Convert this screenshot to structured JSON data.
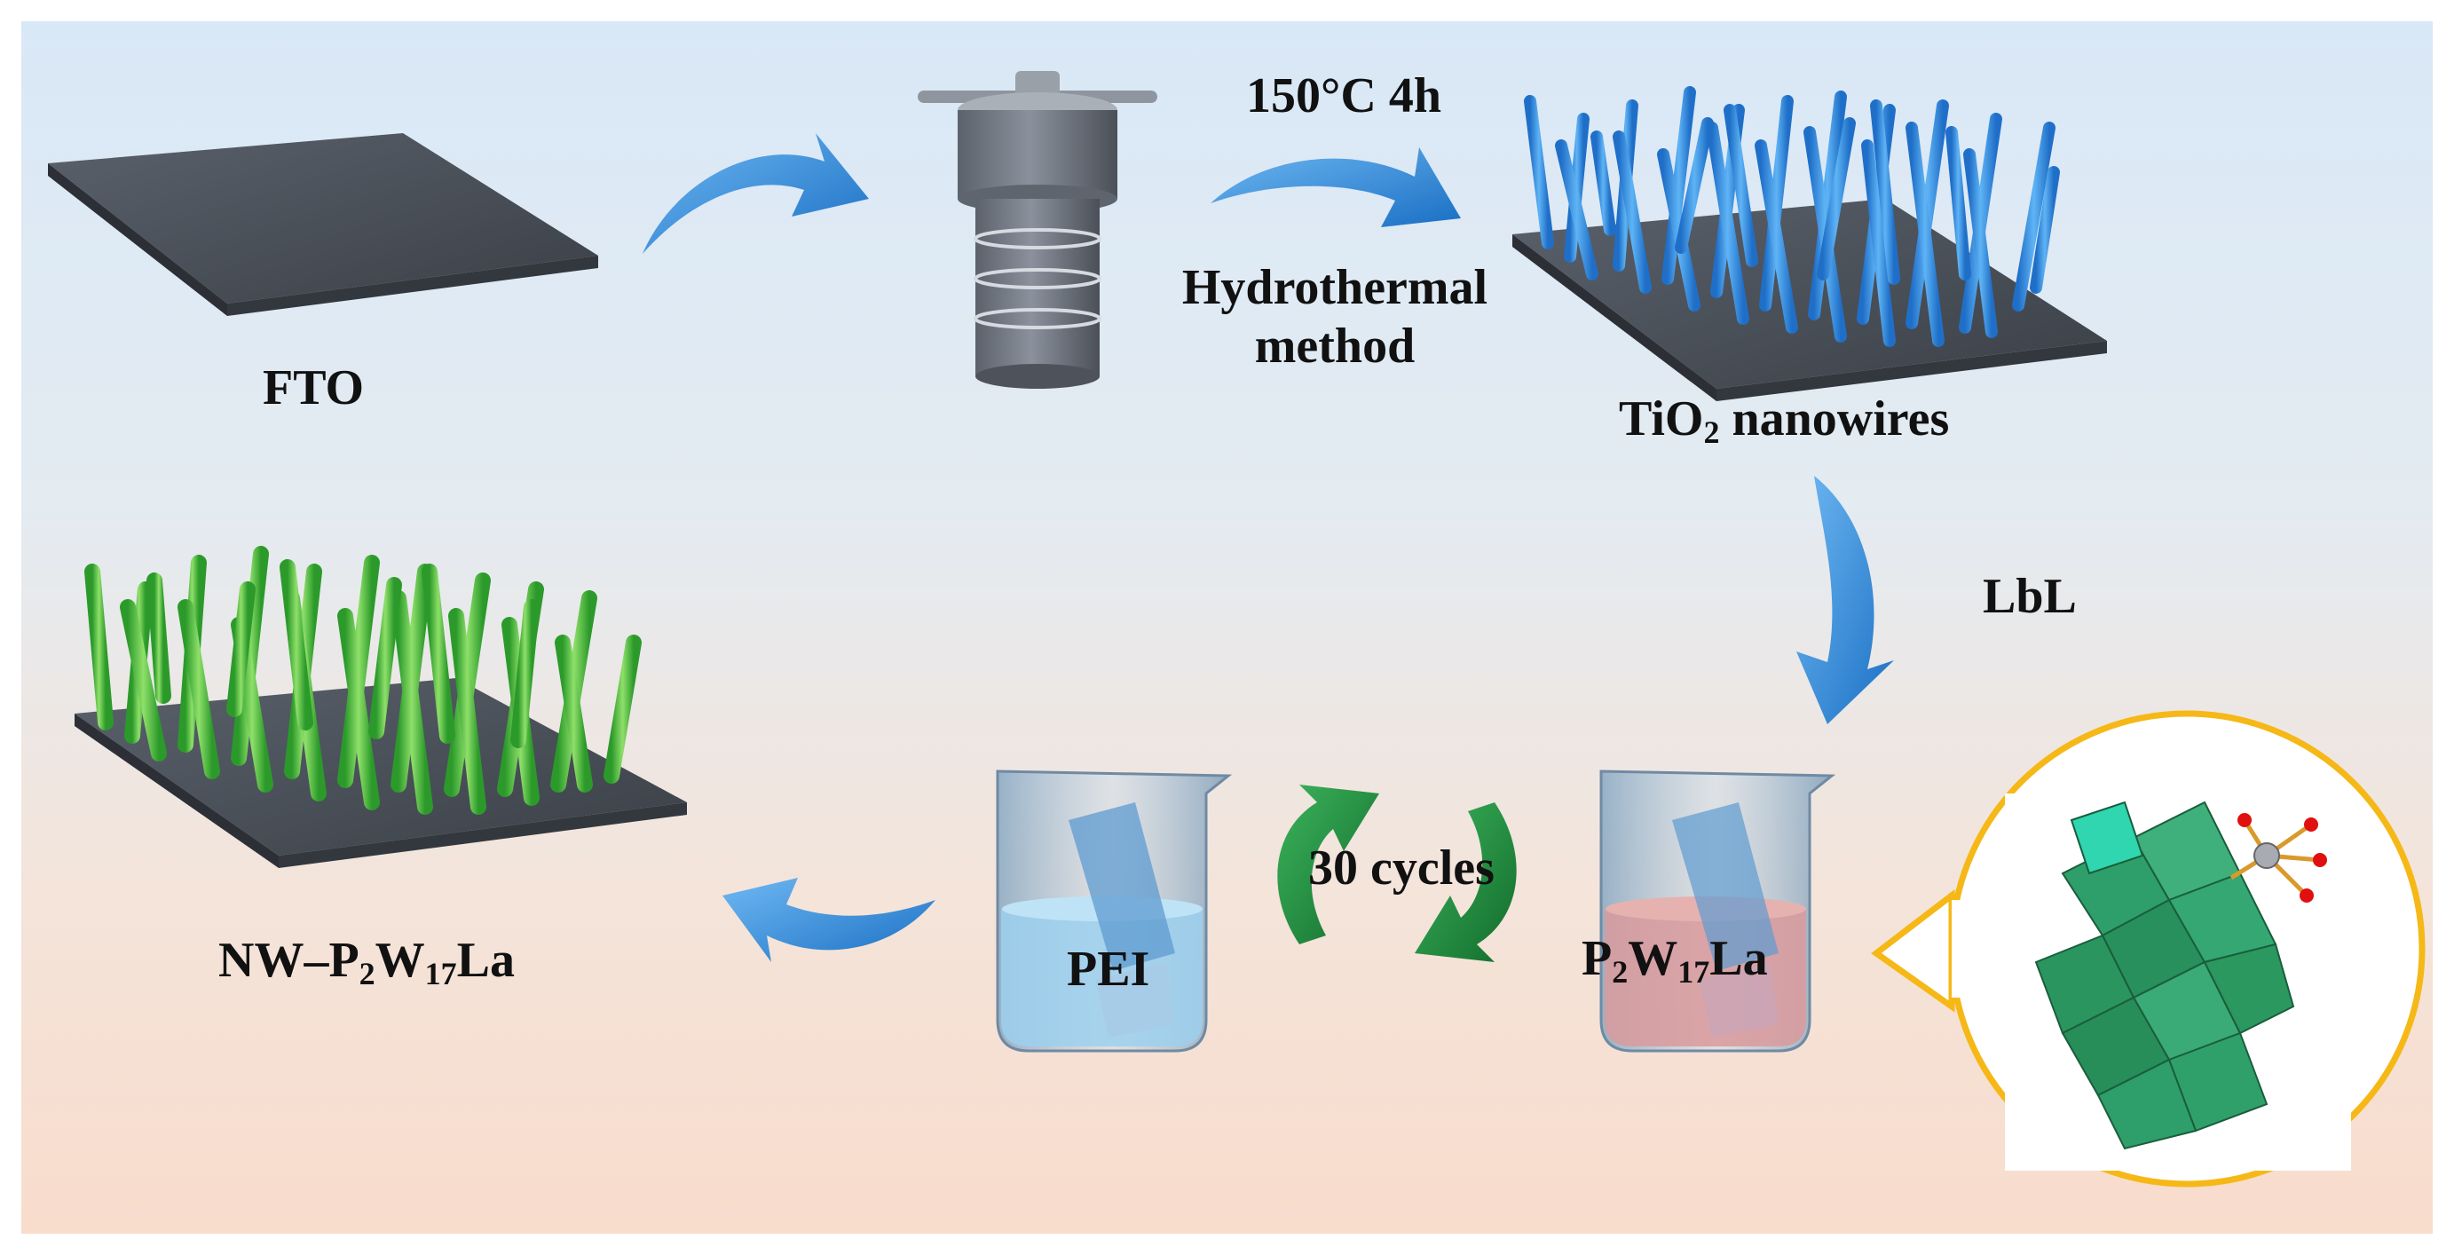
{
  "labels": {
    "fto": "FTO",
    "temp_time": "150°C 4h",
    "hydrothermal_line1": "Hydrothermal",
    "hydrothermal_line2": "method",
    "tio2_prefix": "TiO",
    "tio2_sub": "2",
    "tio2_suffix": " nanowires",
    "lbl": "LbL",
    "cycles": "30 cycles",
    "pei": "PEI",
    "pw_p": "P",
    "pw_sub1": "2",
    "pw_w": "W",
    "pw_sub2": "17",
    "pw_la": "La",
    "nw_prefix": "NW–P",
    "nw_sub1": "2",
    "nw_w": "W",
    "nw_sub2": "17",
    "nw_la": "La"
  },
  "colors": {
    "substrate": "#4a5058",
    "nanowire_blue": "#3a8fe0",
    "nanowire_green": "#3fb83a",
    "arrow_blue": "#2f86d8",
    "arrow_green": "#1f8a3c",
    "beaker_pei_liquid": "#9cd0ee",
    "beaker_pw_liquid": "#d99a9c",
    "callout_ring": "#f5b816",
    "polyhedra": "#2e9e6a"
  },
  "icons": [
    "autoclave-icon",
    "beaker-icon",
    "cycle-arrows-icon",
    "polyoxometalate-structure-icon"
  ]
}
